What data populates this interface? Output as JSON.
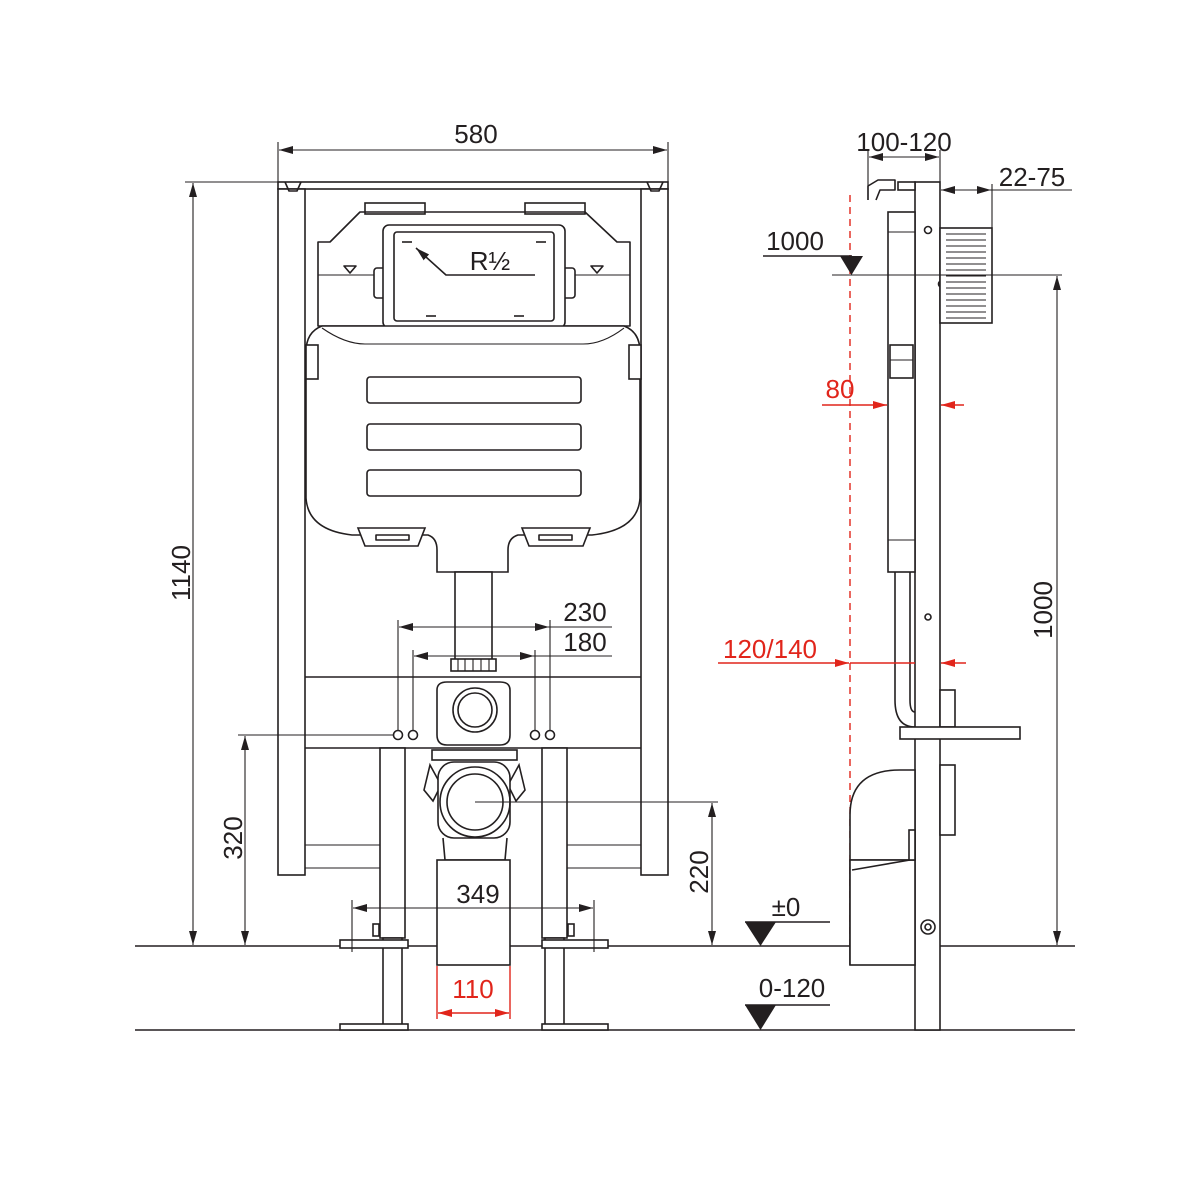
{
  "front_view": {
    "width_label": "580",
    "height_label": "1140",
    "thread_label": "R½",
    "stud_outer_label": "230",
    "stud_inner_label": "180",
    "stud_height_label": "320",
    "waste_height_label": "220",
    "feet_width_label": "349",
    "waste_diameter_label": "110"
  },
  "side_view": {
    "depth_label": "100-120",
    "plate_offset_label": "22-75",
    "cistern_level_label": "1000",
    "cistern_height_label": "1000",
    "flush_offset_label": "80",
    "waste_offset_label": "120/140",
    "floor_level_label": "±0",
    "floor_adjust_label": "0-120"
  },
  "colors": {
    "line": "#231f20",
    "accent": "#e1251b"
  }
}
